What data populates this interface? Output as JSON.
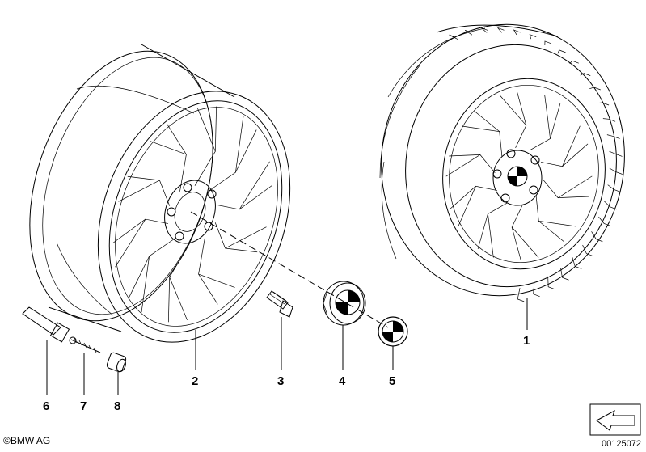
{
  "callouts": {
    "c1": "1",
    "c2": "2",
    "c3": "3",
    "c4": "4",
    "c5": "5",
    "c6": "6",
    "c7": "7",
    "c8": "8"
  },
  "footer": {
    "copyright_symbol": "©",
    "brand": "BMW AG",
    "diagram_number": "00125072"
  },
  "icons": {
    "nav_arrow": "arrow-icon",
    "emblem": "bmw-roundel-icon"
  },
  "colors": {
    "ink": "#000000",
    "background": "#ffffff",
    "roundel_blue": "#9aa0a6"
  }
}
